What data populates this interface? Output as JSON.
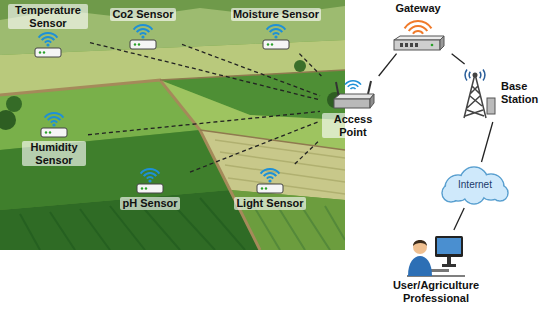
{
  "diagram": {
    "nodes": [
      {
        "text": [
          "Temperature Sensor"
        ]
      },
      {
        "text": [
          "Co2 Sensor"
        ]
      },
      {
        "text": [
          "Moisture Sensor"
        ]
      },
      {
        "text": [
          "Humidity Sensor"
        ]
      },
      {
        "text": [
          "pH Sensor"
        ]
      },
      {
        "text": [
          "Light Sensor"
        ]
      },
      {
        "text": [
          "Access Point"
        ]
      },
      {
        "text": [
          "Gateway"
        ]
      },
      {
        "text": [
          "Base Station"
        ]
      },
      {
        "text": [
          "Internet"
        ]
      },
      {
        "text": [
          "User/Agriculture Professional"
        ]
      }
    ],
    "edges": [
      {
        "from": 0,
        "to": 6,
        "arrow": "none"
      },
      {
        "from": 1,
        "to": 6,
        "arrow": "none"
      },
      {
        "from": 2,
        "to": 6,
        "arrow": "none"
      },
      {
        "from": 3,
        "to": 6,
        "arrow": "none"
      },
      {
        "from": 4,
        "to": 6,
        "arrow": "none"
      },
      {
        "from": 5,
        "to": 6,
        "arrow": "none"
      },
      {
        "from": 6,
        "to": 7,
        "arrow": "none"
      },
      {
        "from": 7,
        "to": 8,
        "arrow": "none"
      },
      {
        "from": 8,
        "to": 9,
        "arrow": "none"
      },
      {
        "from": 9,
        "to": 10,
        "arrow": "none"
      }
    ]
  }
}
